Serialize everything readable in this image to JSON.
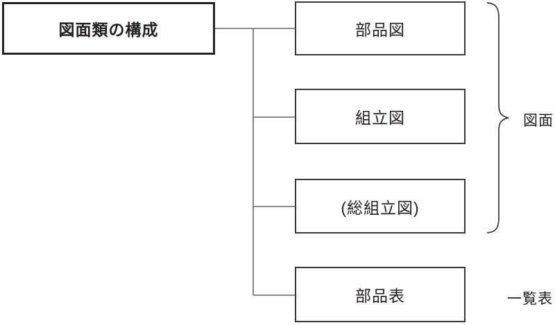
{
  "diagram": {
    "root_label": "図面類の構成",
    "nodes": [
      {
        "label": "部品図"
      },
      {
        "label": "組立図"
      },
      {
        "label": "(総組立図)"
      },
      {
        "label": "部品表"
      }
    ],
    "annotations": {
      "drawings_group_label": "図面",
      "list_label": "一覧表"
    },
    "colors": {
      "background": "#ffffff",
      "text": "#231f20",
      "root_border": "#262122",
      "node_border": "#3b3637",
      "connector": "#6b6666",
      "brace": "#3b3637"
    }
  }
}
